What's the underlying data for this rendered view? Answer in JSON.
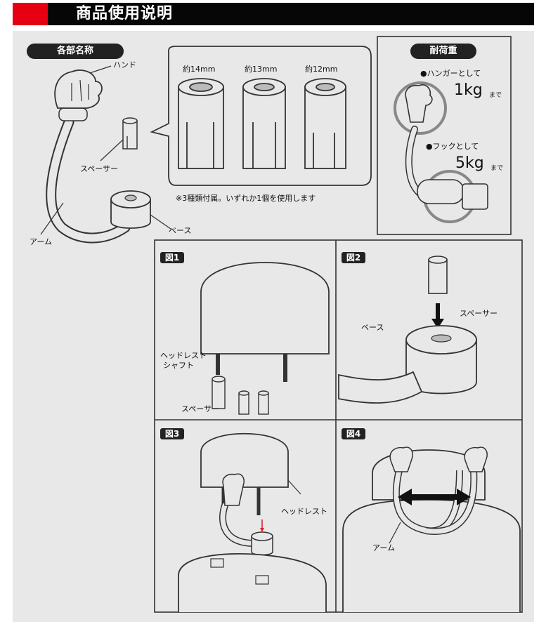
{
  "header": {
    "title": "商品使用说明"
  },
  "parts": {
    "title": "各部名称",
    "hand": "ハンド",
    "spacer": "スペーサー",
    "arm": "アーム",
    "base": "ベース",
    "sizes": [
      "約14mm",
      "約13mm",
      "約12mm"
    ],
    "note": "※3種類付属。いずれか1個を使用します"
  },
  "load": {
    "title": "耐荷重",
    "hanger_label": "●ハンガーとして",
    "hanger_value": "1kg",
    "hanger_unit": "まで",
    "hook_label": "●フックとして",
    "hook_value": "5kg",
    "hook_unit": "まで"
  },
  "fig1": {
    "tag": "図1",
    "shaft": "ヘッドレスト",
    "shaft2": "シャフト",
    "spacer": "スペーサー"
  },
  "fig2": {
    "tag": "図2",
    "base": "ベース",
    "spacer": "スペーサー"
  },
  "fig3": {
    "tag": "図3",
    "headrest": "ヘッドレスト"
  },
  "fig4": {
    "tag": "図4",
    "arm": "アーム"
  }
}
